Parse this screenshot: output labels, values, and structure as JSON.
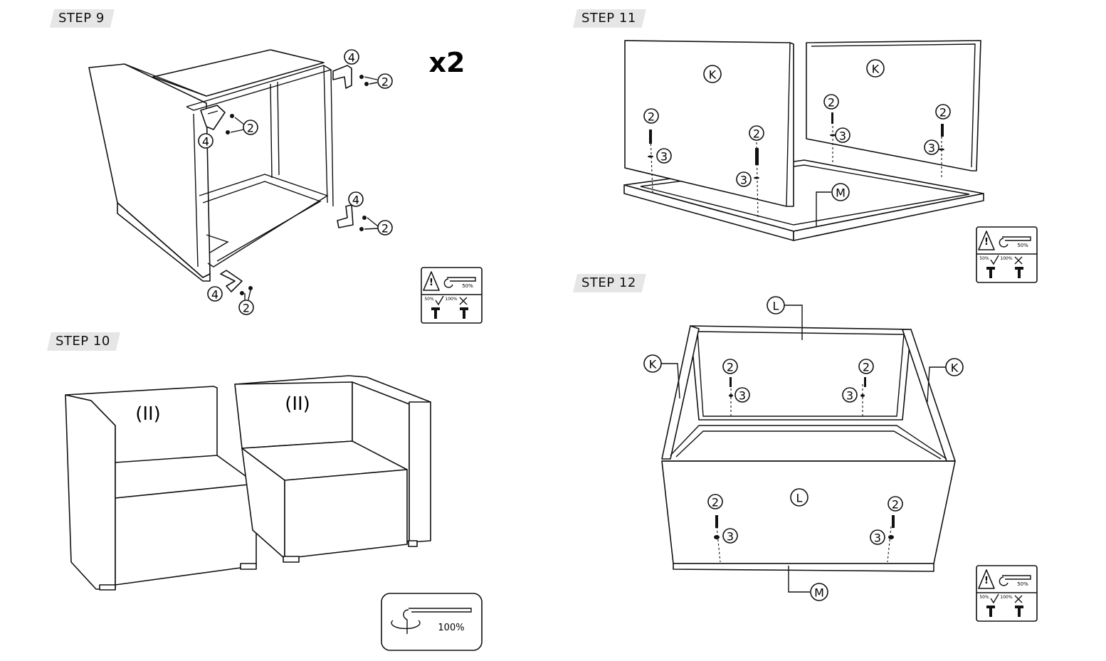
{
  "steps": {
    "s9": {
      "title": "STEP 9",
      "multiplier": "x2"
    },
    "s10": {
      "title": "STEP 10",
      "left_module": "(II)",
      "right_module": "(II)"
    },
    "s11": {
      "title": "STEP 11"
    },
    "s12": {
      "title": "STEP 12"
    }
  },
  "callouts": {
    "screw": "2",
    "washer": "3",
    "bracket": "4",
    "side_panel": "K",
    "long_panel": "L",
    "base_frame": "M"
  },
  "torque": {
    "partial": "50%",
    "full": "100%"
  }
}
